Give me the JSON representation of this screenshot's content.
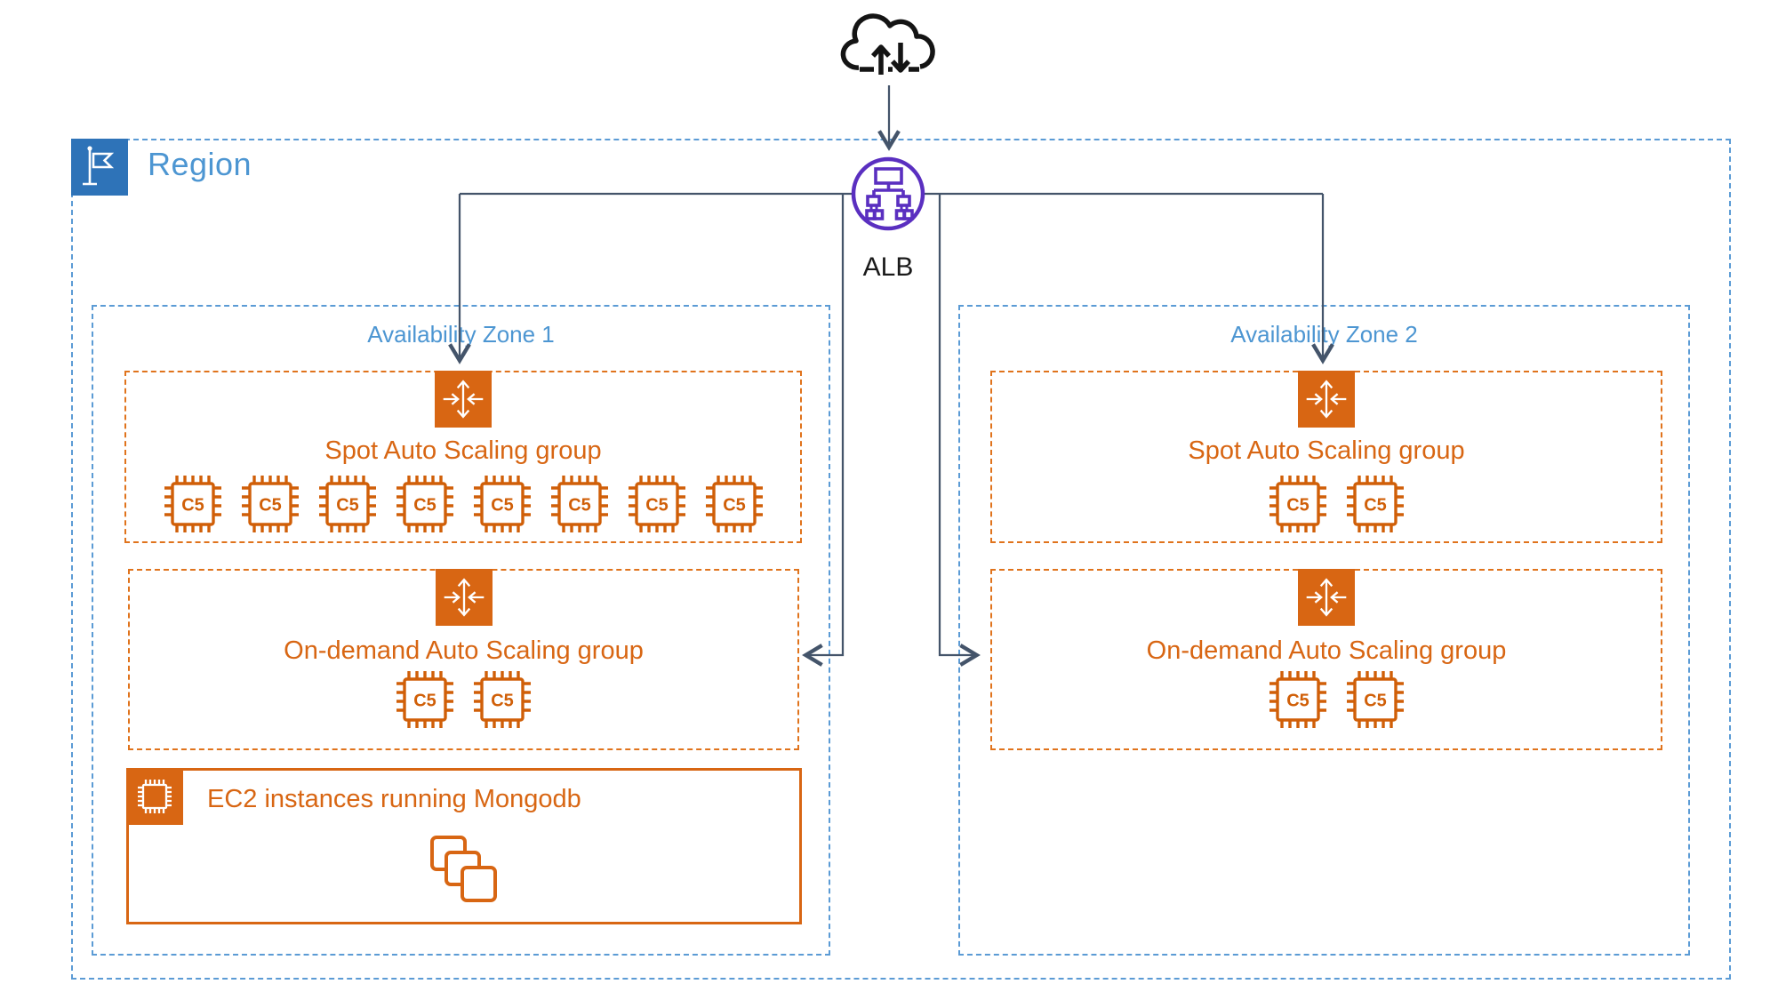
{
  "alb": {
    "label": "ALB"
  },
  "region": {
    "label": "Region"
  },
  "zones": [
    {
      "label": "Availability Zone 1",
      "spot_group": {
        "title": "Spot Auto Scaling group",
        "instance_count": 8
      },
      "ondemand_group": {
        "title": "On-demand Auto Scaling group",
        "instance_count": 2
      },
      "mongodb_box": {
        "title": "EC2 instances running Mongodb"
      }
    },
    {
      "label": "Availability Zone 2",
      "spot_group": {
        "title": "Spot Auto Scaling group",
        "instance_count": 2
      },
      "ondemand_group": {
        "title": "On-demand Auto Scaling group",
        "instance_count": 2
      }
    }
  ],
  "instance_type": {
    "chip_label": "C5"
  },
  "icons": {
    "internet": "cloud-up-down-arrows-icon",
    "load_balancer": "alb-network-icon",
    "region": "flag-icon",
    "scaling": "auto-scaling-group-icon",
    "instance": "c5-chip-icon",
    "ec2": "ec2-chip-icon",
    "instances_stack": "overlapping-squares-icon"
  },
  "colors": {
    "aws_orange_fill": "#D86613",
    "orange_dash_border": "#E0731C",
    "orange_chip_stroke": "#D05F08",
    "blue_dash_border": "#5B9BD5",
    "blue_label_text": "#4D96D2",
    "blue_flag_bg": "#2E73B8",
    "alb_purple": "#5A2FC0",
    "connector_line": "#44546A",
    "cloud_black": "#141414"
  }
}
